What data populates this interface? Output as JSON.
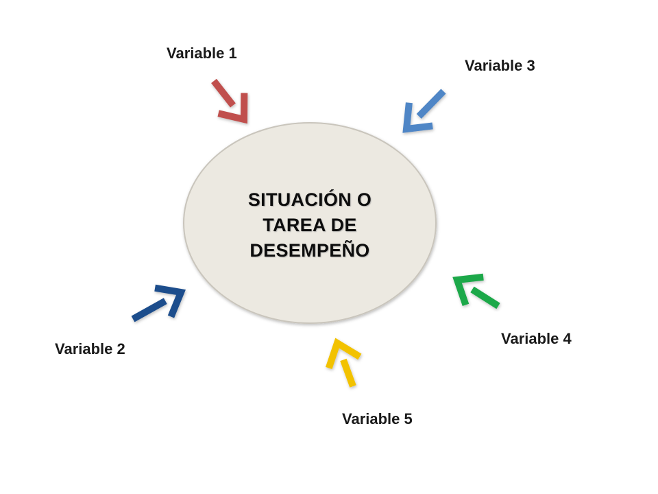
{
  "center": {
    "lines": [
      "SITUACIÓN O",
      "TAREA DE",
      "DESEMPEÑO"
    ],
    "fill": "#ECE9E1",
    "stroke": "#C9C5BC"
  },
  "variables": [
    {
      "label": "Variable 1",
      "color": "#C0504D"
    },
    {
      "label": "Variable 2",
      "color": "#1F4E8C"
    },
    {
      "label": "Variable 3",
      "color": "#4F86C6"
    },
    {
      "label": "Variable 4",
      "color": "#1EA84A"
    },
    {
      "label": "Variable 5",
      "color": "#F2C200"
    }
  ]
}
